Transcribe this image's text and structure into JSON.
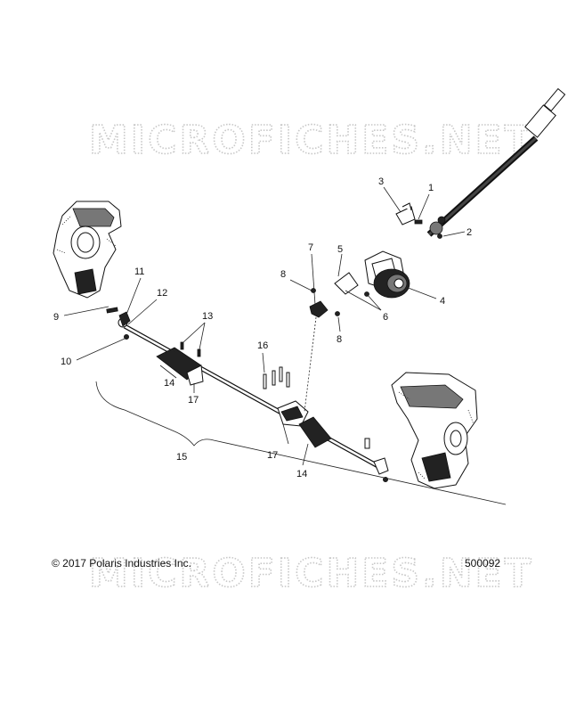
{
  "watermark": {
    "text": "MICROFICHES.NET"
  },
  "footer": {
    "copyright": "© 2017 Polaris Industries Inc.",
    "diagram_number": "500092"
  },
  "callouts": [
    "1",
    "2",
    "3",
    "4",
    "5",
    "6",
    "7",
    "8",
    "8",
    "9",
    "10",
    "11",
    "12",
    "13",
    "14",
    "14",
    "15",
    "16",
    "17",
    "17"
  ]
}
